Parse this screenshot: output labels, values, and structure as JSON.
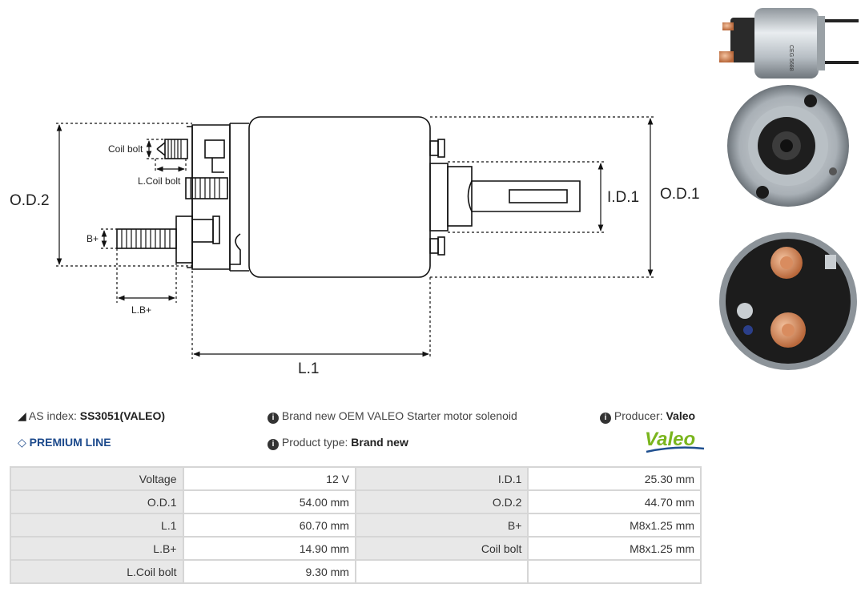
{
  "diagram": {
    "labels": {
      "od2": "O.D.2",
      "od1": "O.D.1",
      "id1": "I.D.1",
      "l1": "L.1",
      "coil_bolt": "Coil bolt",
      "l_coil_bolt": "L.Coil bolt",
      "b_plus": "B+",
      "l_b_plus": "L.B+"
    }
  },
  "photos": {
    "side_label": "CEG 5688"
  },
  "info": {
    "as_index_label": "AS index:",
    "as_index_value": "SS3051(VALEO)",
    "premium": "PREMIUM LINE",
    "description": "Brand new OEM VALEO Starter motor solenoid",
    "product_type_label": "Product type:",
    "product_type_value": "Brand new",
    "producer_label": "Producer:",
    "producer_value": "Valeo",
    "logo_text": "Valeo"
  },
  "colors": {
    "premium": "#1d4a8c",
    "logo_green": "#7ab51d",
    "logo_blue": "#1f4f8f"
  },
  "specs": [
    [
      "Voltage",
      "12 V",
      "I.D.1",
      "25.30 mm"
    ],
    [
      "O.D.1",
      "54.00 mm",
      "O.D.2",
      "44.70 mm"
    ],
    [
      "L.1",
      "60.70 mm",
      "B+",
      "M8x1.25 mm"
    ],
    [
      "L.B+",
      "14.90 mm",
      "Coil bolt",
      "M8x1.25 mm"
    ],
    [
      "L.Coil bolt",
      "9.30 mm",
      "",
      ""
    ]
  ]
}
